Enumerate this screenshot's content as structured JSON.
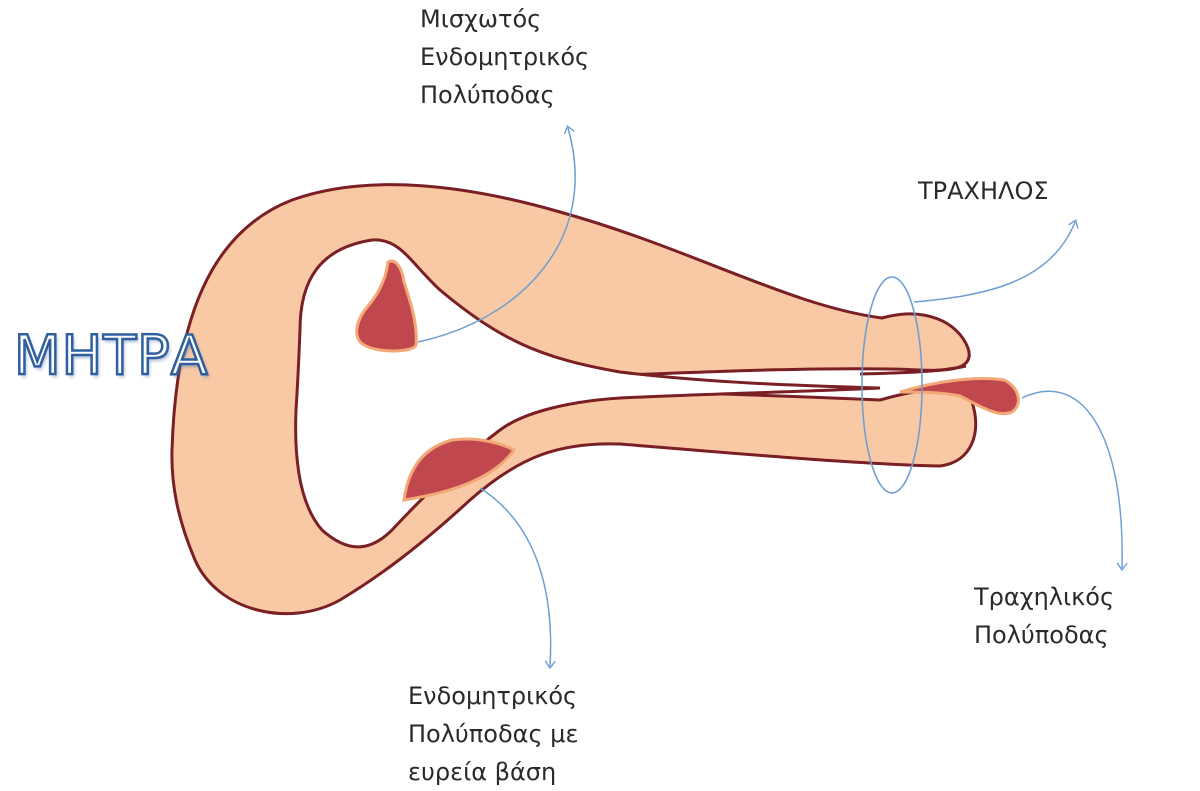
{
  "title": "ΜΗΤΡΑ",
  "labels": {
    "mixed_polyp": [
      "Μισχωτός",
      "Ενδομητρικός",
      "Πολύποδας"
    ],
    "cervix": "ΤΡΑΧΗΛΟΣ",
    "cervical_polyp": [
      "Τραχηλικός",
      "Πολύποδας"
    ],
    "broad_base_polyp": [
      "Ενδομητρικός",
      "Πολύποδας με",
      "ευρεία βάση"
    ]
  },
  "colors": {
    "tissue_fill": "#f9c9a6",
    "outline": "#7a1f24",
    "polyp_fill": "#c0474d",
    "polyp_rim": "#f3a877",
    "arrow": "#6e9fd1",
    "title_stroke": "#2f5f9e"
  }
}
